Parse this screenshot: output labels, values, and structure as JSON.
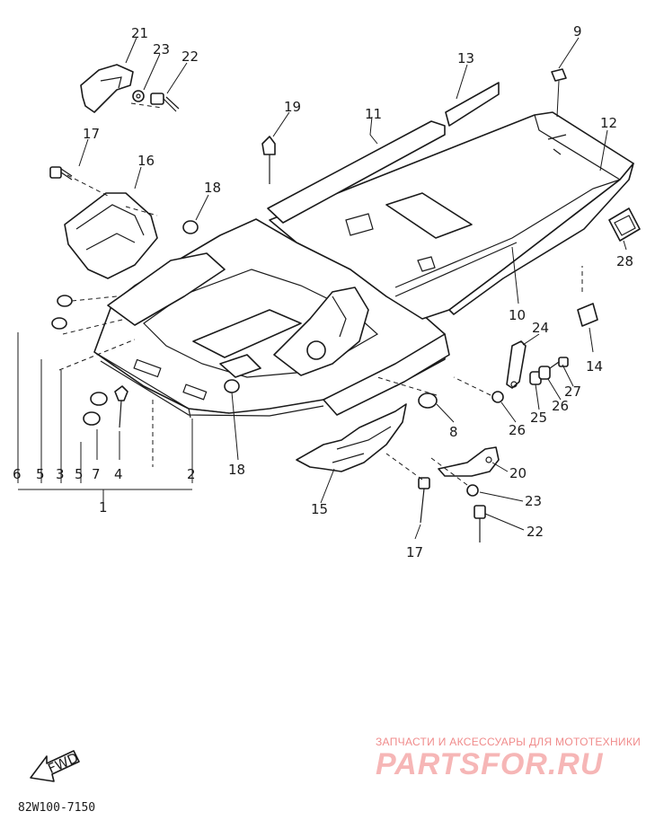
{
  "diagram": {
    "callouts": {
      "c1": "1",
      "c2": "2",
      "c3": "3",
      "c4": "4",
      "c5a": "5",
      "c5b": "5",
      "c6": "6",
      "c7": "7",
      "c8": "8",
      "c9": "9",
      "c10": "10",
      "c11": "11",
      "c12": "12",
      "c13": "13",
      "c14": "14",
      "c15": "15",
      "c16": "16",
      "c17a": "17",
      "c17b": "17",
      "c18a": "18",
      "c18b": "18",
      "c19": "19",
      "c20": "20",
      "c21": "21",
      "c22a": "22",
      "c22b": "22",
      "c23a": "23",
      "c23b": "23",
      "c24": "24",
      "c25": "25",
      "c26a": "26",
      "c26b": "26",
      "c27": "27",
      "c28": "28"
    },
    "fwd_label": "FWD",
    "diagram_code": "82W100-7150"
  },
  "watermark": {
    "tagline": "ЗАПЧАСТИ И АКСЕССУАРЫ ДЛЯ МОТОТЕХНИКИ",
    "logo": "PARTSFOR.RU"
  }
}
